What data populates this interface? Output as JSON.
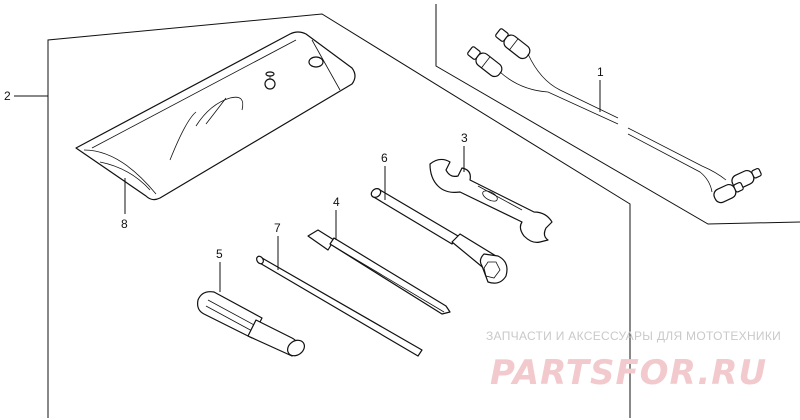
{
  "callouts": {
    "c1": "1",
    "c2": "2",
    "c3": "3",
    "c4": "4",
    "c5": "5",
    "c6": "6",
    "c7": "7",
    "c8": "8"
  },
  "watermark": {
    "tagline": "ЗАПЧАСТИ И АКСЕССУАРЫ ДЛЯ МОТОТЕХНИКИ",
    "logo": "PARTSFOR.RU"
  }
}
